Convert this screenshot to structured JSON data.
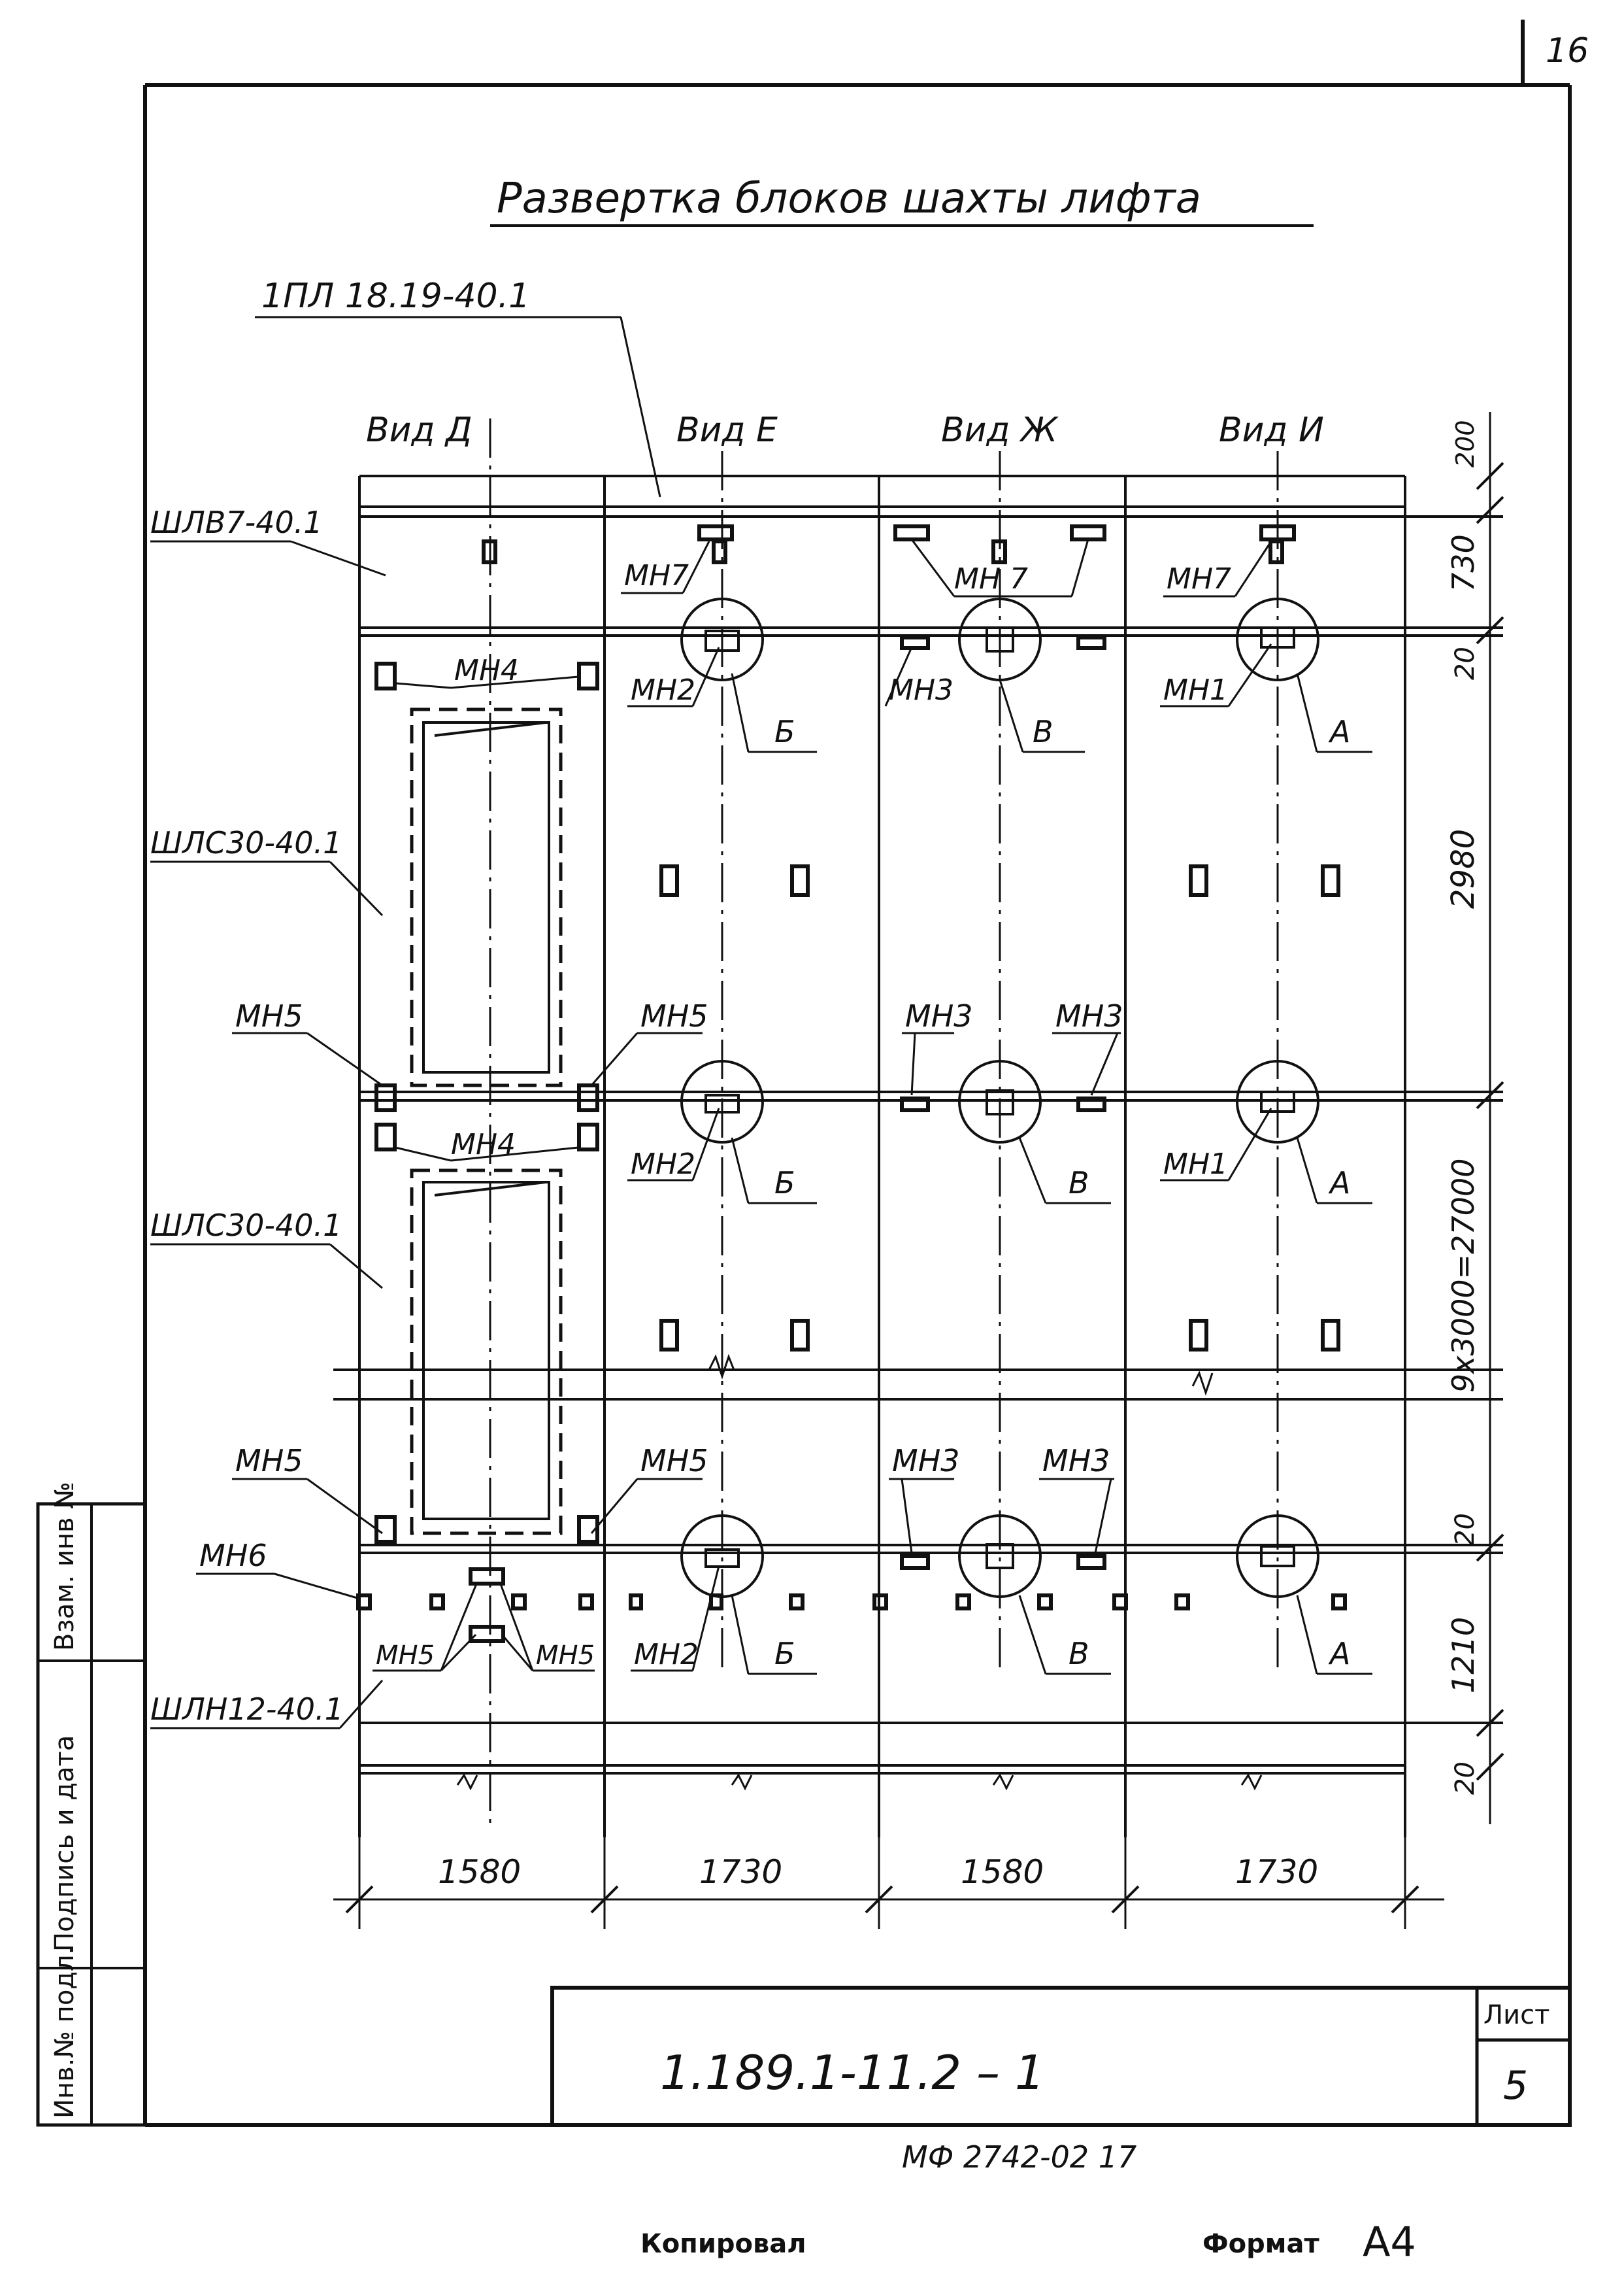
{
  "sheet_number_corner": "16",
  "title": "Развертка блоков шахты лифта",
  "top_panel_label": "1ПЛ 18.19-40.1",
  "views": [
    "Вид Д",
    "Вид Е",
    "Вид Ж",
    "Вид И"
  ],
  "panels": {
    "top_belt": "ШЛВ7-40.1",
    "wall_1": "ШЛС30-40.1",
    "wall_2": "ШЛС30-40.1",
    "bottom": "ШЛН12-40.1"
  },
  "parts": {
    "mn1": "МН1",
    "mn2": "МН2",
    "mn3": "МН3",
    "mn4": "МН4",
    "mn5": "МН5",
    "mn6": "МН6",
    "mn7": "МН7",
    "mn7_spaced": "МН 7"
  },
  "callouts": {
    "a": "А",
    "b": "Б",
    "v": "В"
  },
  "dims_bottom": [
    "1580",
    "1730",
    "1580",
    "1730"
  ],
  "dims_right": [
    "200",
    "730",
    "20",
    "2980",
    "9х3000=27000",
    "20",
    "1210",
    "20"
  ],
  "doc_code": "1.189.1-11.2 – 1",
  "sheet_label": "Лист",
  "sheet_value": "5",
  "stamp_side": [
    "Инв.№ подл.",
    "Подпись и дата",
    "Взам. инв №"
  ],
  "footer": {
    "order": "МФ 2742-02 17",
    "copied_by": "Копировал",
    "format_label": "Формат",
    "format_value": "А4"
  }
}
